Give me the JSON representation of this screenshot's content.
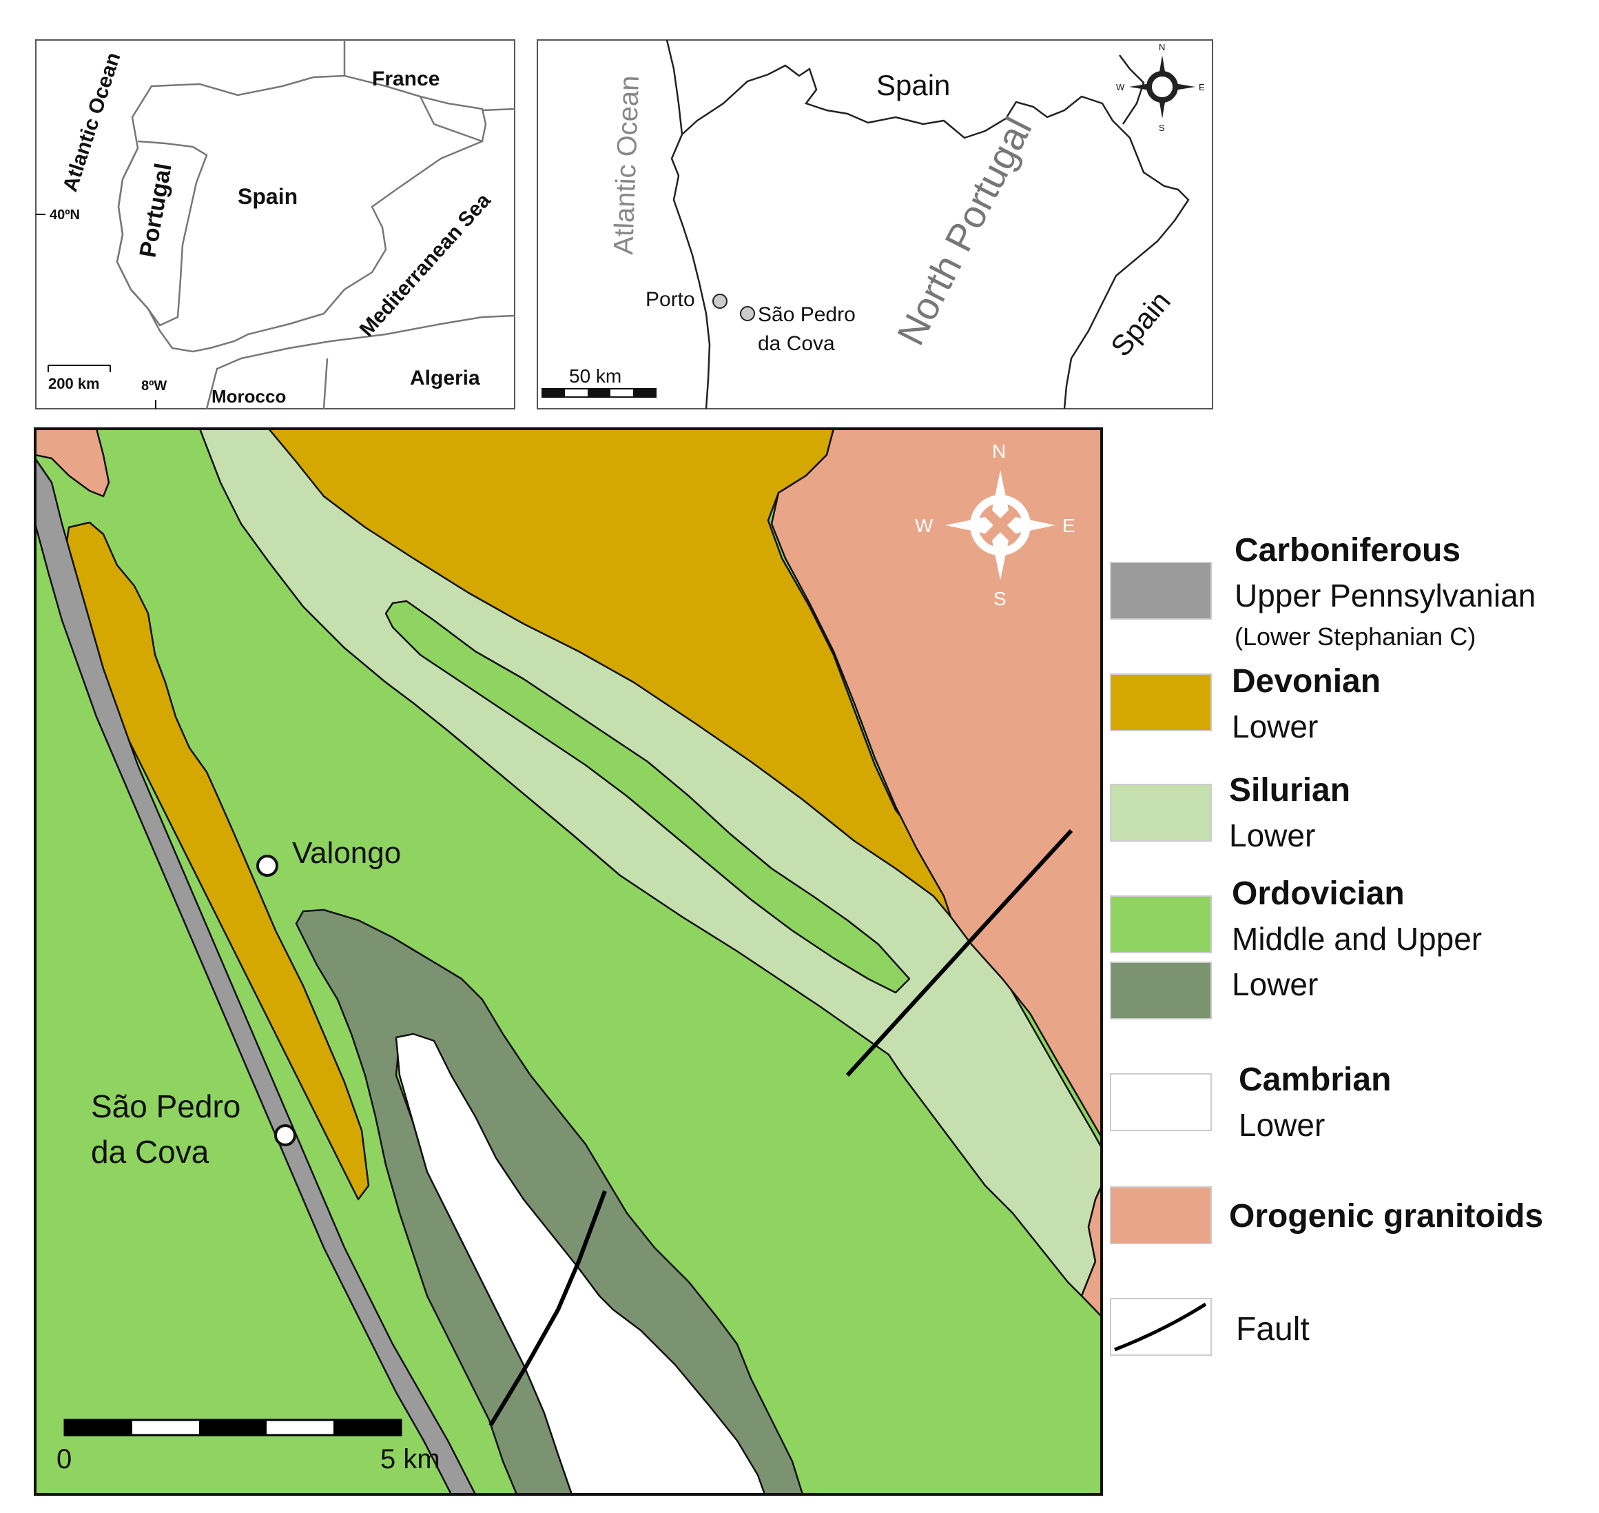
{
  "inset_iberia": {
    "ocean": "Atlantic Ocean",
    "france": "France",
    "portugal": "Portugal",
    "spain": "Spain",
    "sea": "Mediterranean Sea",
    "algeria": "Algeria",
    "morocco": "Morocco",
    "lat_label": "40ºN",
    "lon_label": "8ºW",
    "scale_label": "200 km"
  },
  "inset_portugal": {
    "ocean": "Atlantic Ocean",
    "spain_north": "Spain",
    "spain_east": "Spain",
    "region": "North Portugal",
    "city_porto": "Porto",
    "city_sao_pedro_1": "São Pedro",
    "city_sao_pedro_2": "da Cova",
    "scale_label": "50 km",
    "compass": {
      "n": "N",
      "s": "S",
      "e": "E",
      "w": "W"
    }
  },
  "main_map": {
    "town_valongo": "Valongo",
    "town_sao_pedro_1": "São Pedro",
    "town_sao_pedro_2": "da Cova",
    "scale_zero": "0",
    "scale_end": "5 km",
    "compass": {
      "n": "N",
      "s": "S",
      "e": "E",
      "w": "W"
    }
  },
  "legend": {
    "carboniferous_title": "Carboniferous",
    "carboniferous_sub1": "Upper Pennsylvanian",
    "carboniferous_sub2": "(Lower Stephanian C)",
    "devonian_title": "Devonian",
    "devonian_sub": "Lower",
    "silurian_title": "Silurian",
    "silurian_sub": "Lower",
    "ordovician_title": "Ordovician",
    "ordovician_sub1": "Middle and Upper",
    "ordovician_sub2": "Lower",
    "cambrian_title": "Cambrian",
    "cambrian_sub": "Lower",
    "granitoids_title": "Orogenic granitoids",
    "fault_label": "Fault"
  },
  "colors": {
    "carboniferous": "#9b9b9b",
    "devonian": "#d4a800",
    "silurian": "#c6dfae",
    "ordovician_mu": "#8fd360",
    "ordovician_lower": "#7b9370",
    "cambrian": "#ffffff",
    "granitoids": "#e8a587"
  }
}
